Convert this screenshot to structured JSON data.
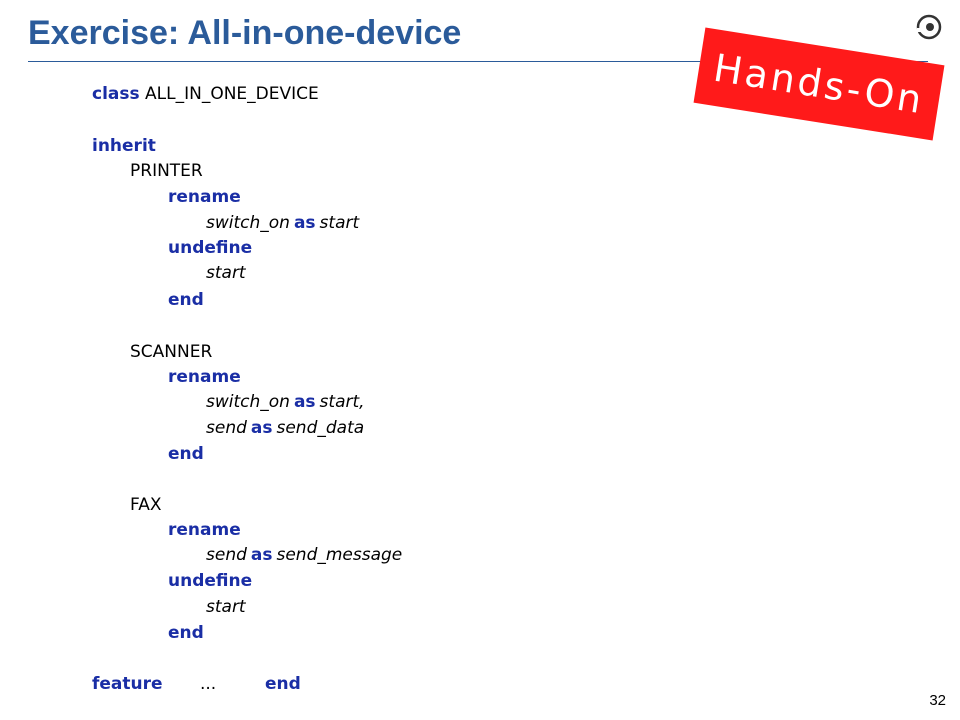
{
  "slide": {
    "title": "Exercise: All-in-one-device",
    "badge": "Hands-On",
    "page_number": "32"
  },
  "code": {
    "class_kw": "class",
    "class_name": "ALL_IN_ONE_DEVICE",
    "inherit_kw": "inherit",
    "as_kw": "as",
    "parents": [
      {
        "name": "PRINTER",
        "rename_kw": "rename",
        "rename_line": {
          "from": "switch_on",
          "to": "start"
        },
        "undefine_kw": "undefine",
        "undefine_feature": "start",
        "end_kw": "end"
      },
      {
        "name": "SCANNER",
        "rename_kw": "rename",
        "rename_line_1": {
          "from": "switch_on",
          "to": "start,"
        },
        "rename_line_2": {
          "from": "send",
          "to": "send_data"
        },
        "end_kw": "end"
      },
      {
        "name": "FAX",
        "rename_kw": "rename",
        "rename_line": {
          "from": "send",
          "to": "send_message"
        },
        "undefine_kw": "undefine",
        "undefine_feature": "start",
        "end_kw": "end"
      }
    ],
    "feature_kw": "feature",
    "ellipsis": "...",
    "final_end_kw": "end"
  }
}
